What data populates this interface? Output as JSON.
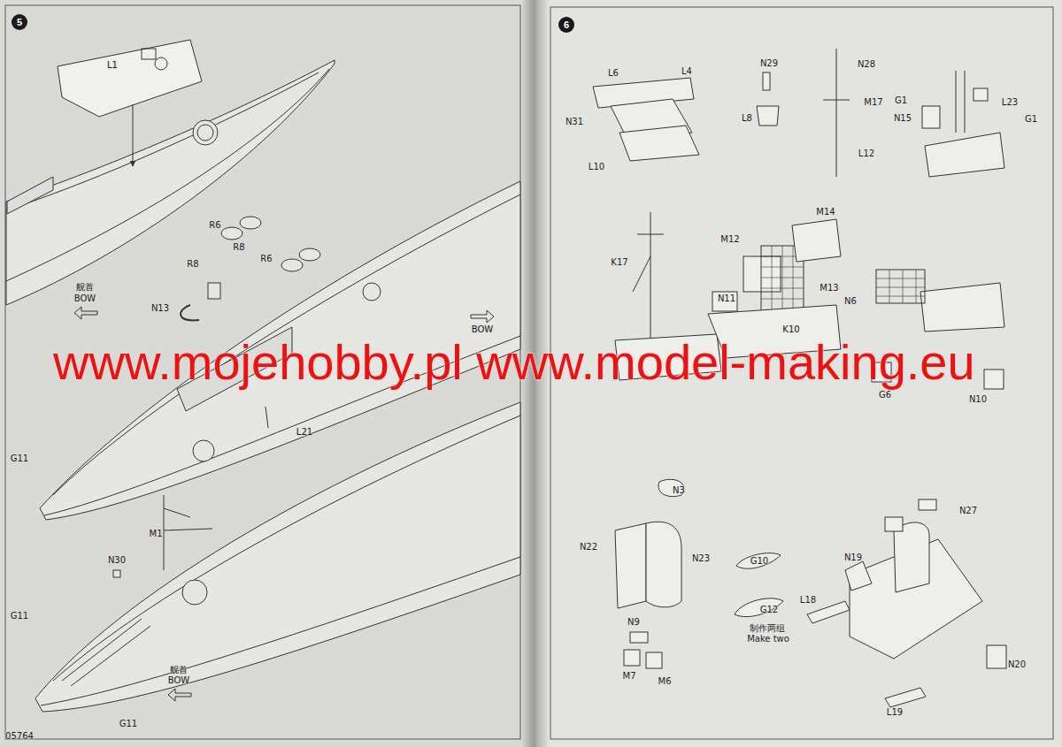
{
  "diagram": {
    "nodes": [
      {
        "text": [
          "5"
        ]
      },
      {
        "text": [
          "6"
        ]
      }
    ],
    "labels": [
      "L1",
      "R6",
      "R8",
      "R6",
      "R8",
      "N13",
      "舰首",
      "BOW",
      "BOW",
      "L21",
      "G11",
      "M1",
      "N30",
      "G11",
      "G11",
      "舰首",
      "BOW",
      "05764",
      "L6",
      "L4",
      "N31",
      "L10",
      "N29",
      "L8",
      "N28",
      "M17",
      "L12",
      "G1",
      "L23",
      "N15",
      "G1",
      "M14",
      "M12",
      "K17",
      "N11",
      "M13",
      "N6",
      "K10",
      "G6",
      "N10",
      "N3",
      "N22",
      "N23",
      "G10",
      "G12",
      "制作两组",
      "Make two",
      "N9",
      "M7",
      "M6",
      "N27",
      "N19",
      "L18",
      "N20",
      "L19",
      "www.mojehobby.pl www.model-making.eu"
    ]
  }
}
